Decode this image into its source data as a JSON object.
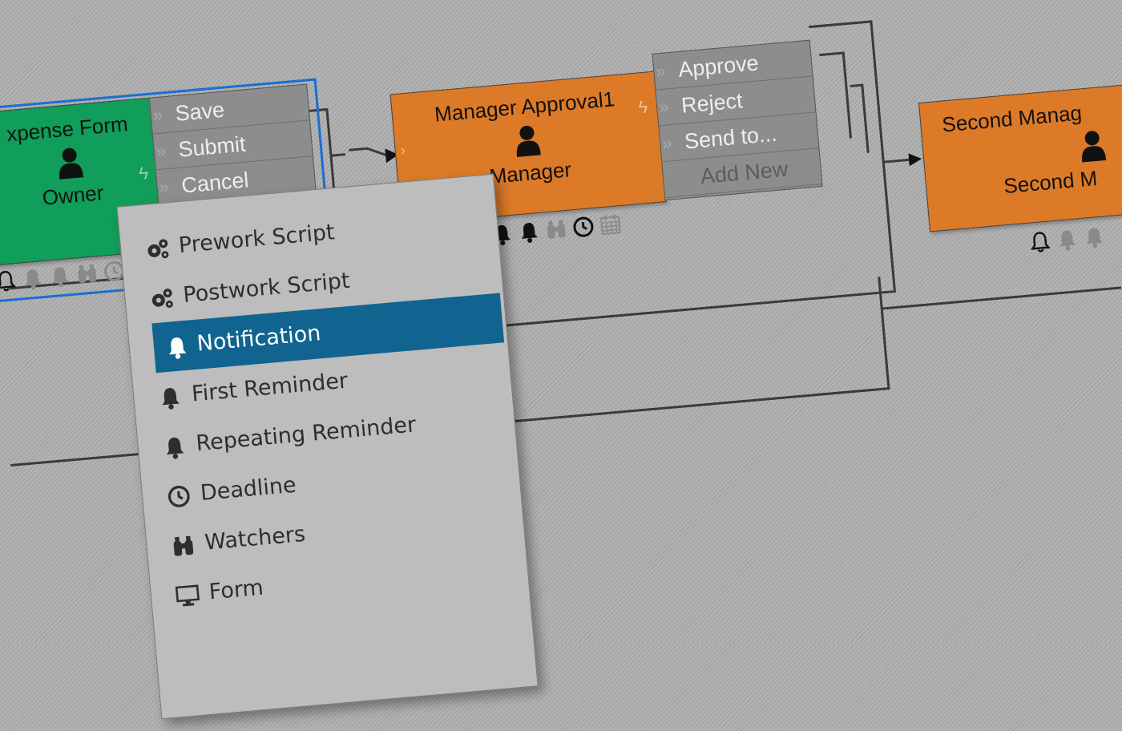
{
  "colors": {
    "step_green": "#109e5a",
    "step_orange": "#dc7a28",
    "selection_blue": "#1a6fd1",
    "menu_highlight": "#10648f"
  },
  "steps": {
    "expense_form": {
      "title": "xpense Form",
      "role": "Owner",
      "actions": [
        "Save",
        "Submit",
        "Cancel"
      ]
    },
    "manager_approval": {
      "title": "Manager Approval1",
      "role": "Manager",
      "actions": [
        "Approve",
        "Reject",
        "Send to..."
      ],
      "add_new": "Add New"
    },
    "second_manager": {
      "title": "Second Manag",
      "role": "Second M"
    }
  },
  "context_menu": {
    "items": [
      {
        "label": "Prework Script",
        "icon": "gears-icon"
      },
      {
        "label": "Postwork Script",
        "icon": "gears-icon"
      },
      {
        "label": "Notification",
        "icon": "bell-icon"
      },
      {
        "label": "First Reminder",
        "icon": "bell-icon"
      },
      {
        "label": "Repeating Reminder",
        "icon": "bell-icon"
      },
      {
        "label": "Deadline",
        "icon": "clock-icon"
      },
      {
        "label": "Watchers",
        "icon": "binoculars-icon"
      },
      {
        "label": "Form",
        "icon": "monitor-icon"
      }
    ],
    "active_index": 2
  }
}
